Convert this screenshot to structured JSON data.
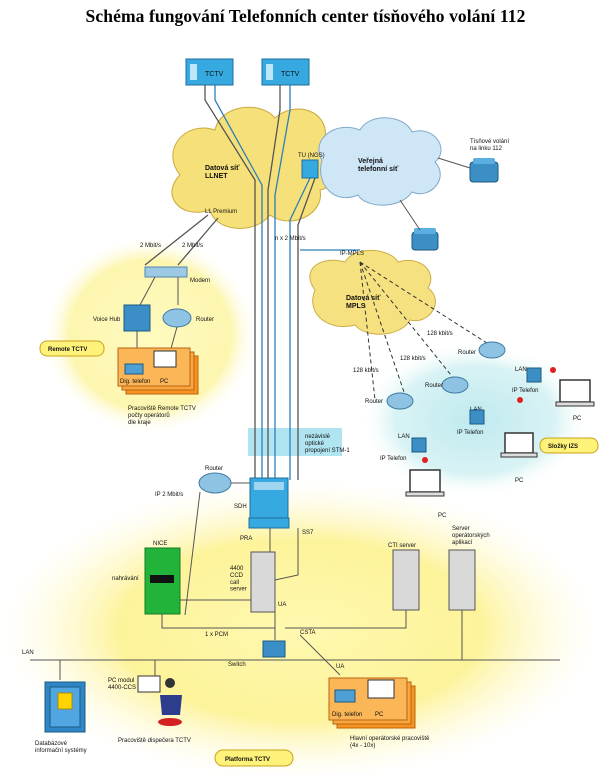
{
  "title": "Schéma fungování Telefonních center tísňového volání 112",
  "colors": {
    "cloud_yellow": "#f6e07a",
    "cloud_blue": "#cfe6f7",
    "glow_yellow": "#fdf6a6",
    "glow_cyan": "#c8eef0",
    "tctv_box": "#35a9e0",
    "cable_blue": "#2d7fb8",
    "nice_green": "#22b33a",
    "label_badge": "#fff27a"
  },
  "nodes": {
    "tctv_1": "TCTV",
    "tctv_2": "TCTV",
    "llnet": "Datová síť\nLLNET",
    "ll_premium": "LL Premium",
    "tu_label": "TU (NGS)",
    "public_net": "Veřejná\ntelefonní síť",
    "emergency_call": "Tísňové volání\nna linku 112",
    "speed_2m_a": "2 Mbit/s",
    "speed_2m_b": "2 Mbit/s",
    "speed_nx2": "n x 2 Mbit/s",
    "modem": "Modem",
    "voice_hub": "Voice Hub",
    "router_remote": "Router",
    "remote_tctv": "Remote TCTV",
    "phone_remote": "Dig. telefon",
    "pc_remote": "PC",
    "remote_workplace": "Pracoviště Remote TCTV\npočty operátorů\ndle kraje",
    "ip_mpls": "IP-MPLS",
    "mpls": "Datová síť\nMPLS",
    "speed_128_a": "128 kbit/s",
    "speed_128_b": "128 kbit/s",
    "speed_128_c": "128 kbit/s",
    "router_a": "Router",
    "router_b": "Router",
    "router_c": "Router",
    "lan_a": "LAN",
    "lan_b": "LAN",
    "lan_c": "LAN",
    "ip_phone_a": "IP Telefon",
    "ip_phone_b": "IP Telefon",
    "ip_phone_c": "IP Telefon",
    "pc_a": "PC",
    "pc_b": "PC",
    "pc_c": "PC",
    "izs": "Složky IZS",
    "redundant": "nezávislé\noptické\npropojení STM-1",
    "router_main": "Router",
    "ip_2m": "IP 2 Mbit/s",
    "sdh": "SDH",
    "pra": "PRA",
    "ss7": "SS7",
    "nice": "NICE",
    "recording": "nahrávání",
    "server_4400": "4400\nCCD\ncall\nserver",
    "ua_1": "UA",
    "cti_server": "CTI server",
    "app_server": "Server\noperátorských\naplikací",
    "pcm": "1 x PCM",
    "csta": "CSTA",
    "switch": "Switch",
    "lan_main": "LAN",
    "ua_2": "UA",
    "pc_module": "PC modul\n4400-CCS",
    "db": "Databázové\ninformační systémy",
    "dispatcher": "Pracoviště dispečera TCTV",
    "phone_main": "Dig. telefon",
    "pc_main": "PC",
    "main_workplace": "Hlavní operátorské pracoviště\n(4x - 10x)",
    "platforma": "Platforma TCTV"
  }
}
